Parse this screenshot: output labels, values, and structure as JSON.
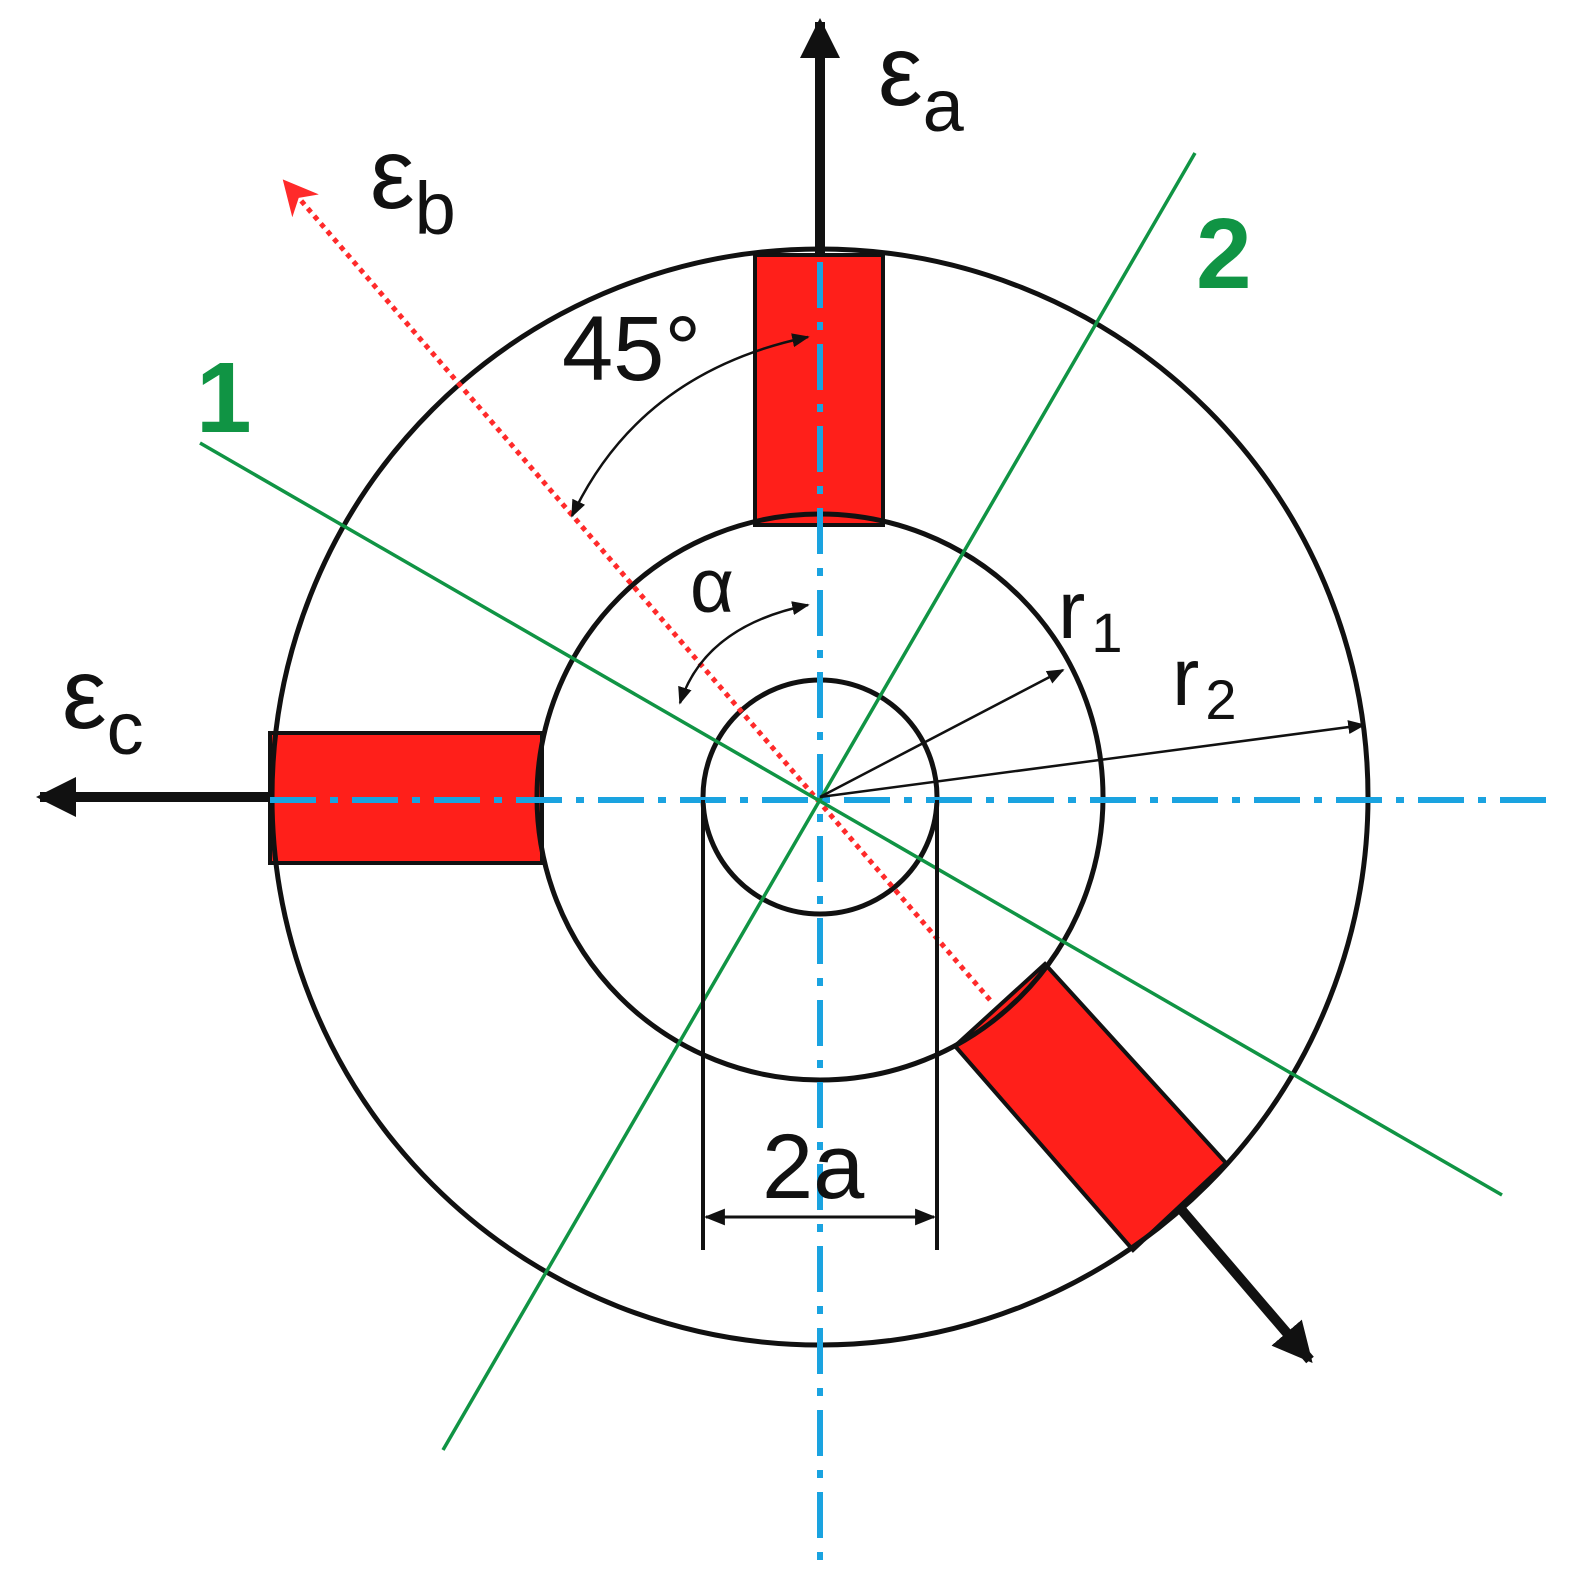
{
  "labels": {
    "epsilon_a": {
      "symbol": "ε",
      "subscript": "a"
    },
    "epsilon_b": {
      "symbol": "ε",
      "subscript": "b"
    },
    "epsilon_c": {
      "symbol": "ε",
      "subscript": "c"
    },
    "angle_45": "45°",
    "alpha": "α",
    "r1": {
      "symbol": "r",
      "subscript": "1"
    },
    "r2": {
      "symbol": "r",
      "subscript": "2"
    },
    "width_2a": "2a",
    "line_1": "1",
    "line_2": "2"
  },
  "colors": {
    "gauge_red": "#ff1f1a",
    "green_lines": "#109444",
    "center_lines": "#1aa3e0",
    "direction_b": "#ff2a2a",
    "outline": "#111111"
  }
}
